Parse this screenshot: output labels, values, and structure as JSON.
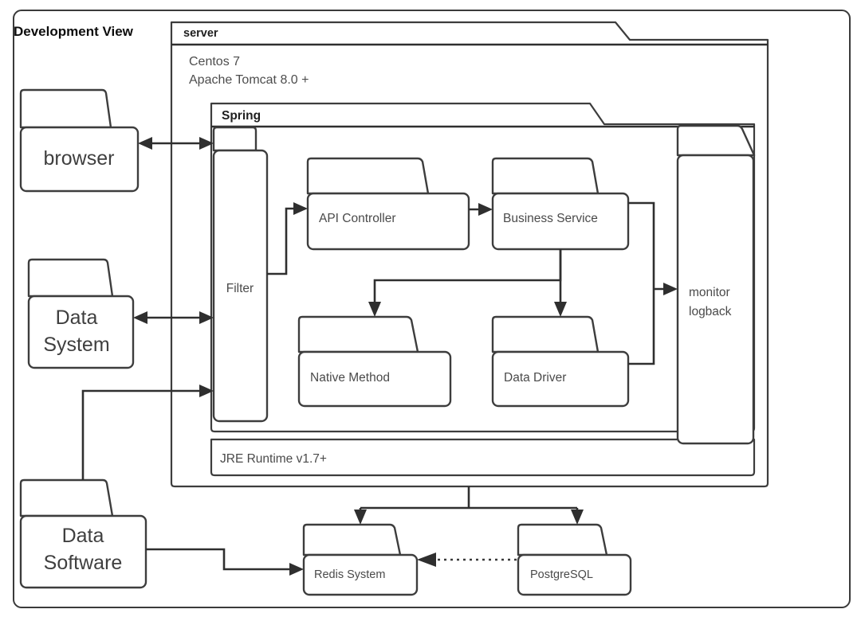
{
  "diagram": {
    "title": "Development View",
    "type": "uml-deployment-development-view"
  },
  "server": {
    "name": "server",
    "os_line1": "Centos 7",
    "os_line2": "Apache Tomcat 8.0 +"
  },
  "spring": {
    "name": "Spring"
  },
  "runtime": {
    "label": "JRE Runtime v1.7+"
  },
  "external": {
    "browser": "browser",
    "data_system_line1": "Data",
    "data_system_line2": "System",
    "data_software_line1": "Data",
    "data_software_line2": "Software"
  },
  "components": {
    "filter": "Filter",
    "api_controller": "API Controller",
    "business_service": "Business Service",
    "native_method": "Native Method",
    "data_driver": "Data Driver",
    "monitor_line1": "monitor",
    "monitor_line2": "logback"
  },
  "datastores": {
    "redis": "Redis System",
    "postgres": "PostgreSQL"
  },
  "colors": {
    "background": "#ffffff",
    "stroke": "#3d3d3d",
    "connector": "#2f2f2f",
    "title_text": "#0d0d0d",
    "body_text": "#4a4a4a"
  }
}
